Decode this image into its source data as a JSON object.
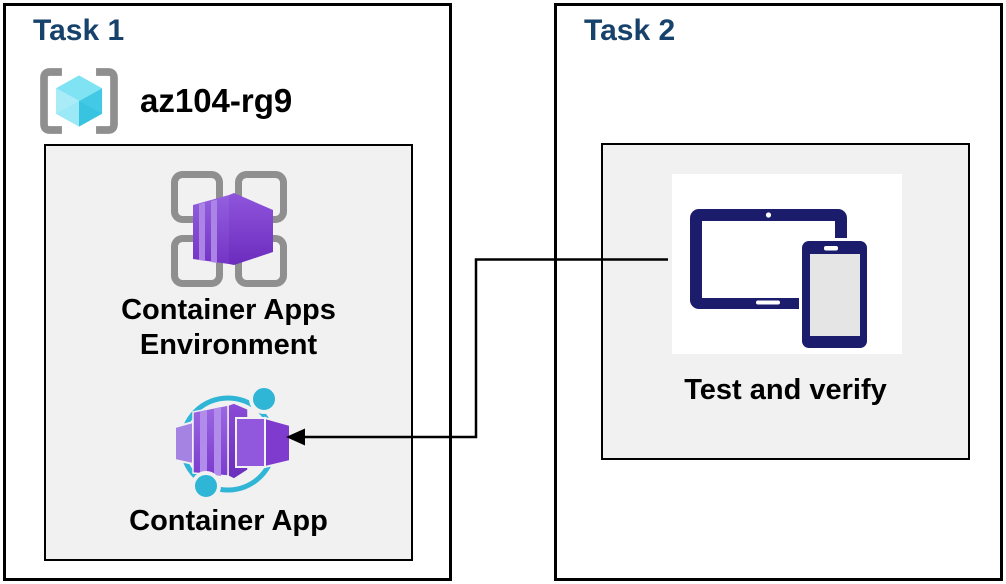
{
  "diagram": {
    "task1": {
      "title": "Task 1",
      "resource_group": {
        "name": "az104-rg9",
        "icon": "resource-group-icon"
      },
      "items": [
        {
          "label": "Container Apps Environment",
          "icon": "container-apps-environment-icon"
        },
        {
          "label": "Container App",
          "icon": "container-app-icon"
        }
      ]
    },
    "task2": {
      "title": "Task 2",
      "items": [
        {
          "label": "Test and verify",
          "icon": "devices-icon"
        }
      ]
    },
    "connector": {
      "type": "elbow-arrow",
      "from": "devices-icon",
      "to": "container-app-icon",
      "color": "#000000"
    },
    "colors": {
      "task_title": "#17426B",
      "label_text": "#000000",
      "inner_box_bg": "#F1F1F1",
      "box_border": "#000000",
      "purple_accent": "#8048CF",
      "teal_accent": "#2FB5D6",
      "cyan_cube": "#6FDFF2",
      "gray_frame": "#8F8F8F",
      "navy_device": "#1C1C6C"
    }
  }
}
